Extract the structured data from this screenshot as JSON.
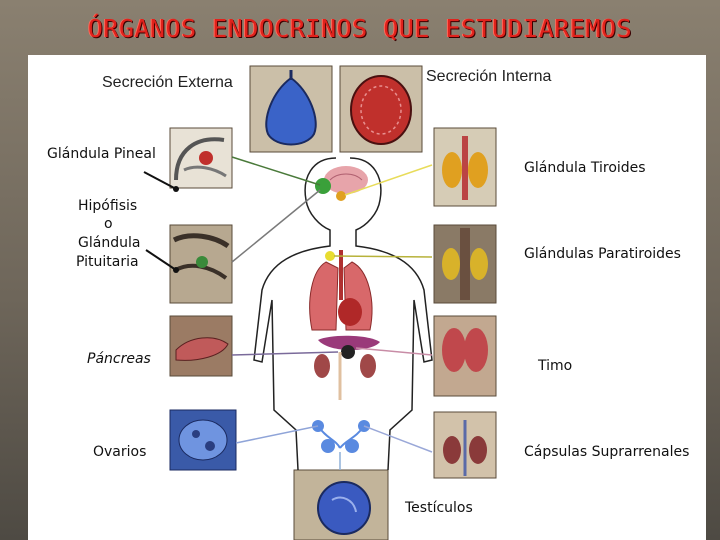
{
  "title": "ÓRGANOS ENDOCRINOS QUE ESTUDIAREMOS",
  "headers": {
    "external": "Secreción Externa",
    "internal": "Secreción Interna"
  },
  "labels": {
    "pineal": "Glándula Pineal",
    "hipofisis_1": "Hipófisis",
    "hipofisis_2": "o",
    "hipofisis_3": "Glándula",
    "hipofisis_4": "Pituitaria",
    "pancreas": "Páncreas",
    "ovarios": "Ovarios",
    "tiroides": "Glándula Tiroides",
    "paratiroides": "Glándulas Paratiroides",
    "timo": "Timo",
    "suprarrenales": "Cápsulas Suprarrenales",
    "testiculos": "Testículos"
  },
  "colors": {
    "title": "#e0221c",
    "arrow_tiroides": "#e8dc5a",
    "arrow_paratiroides": "#b7b23a",
    "arrow_timo": "#c88ca6",
    "arrow_suprarrenales": "#9aa8d8",
    "arrow_pineal": "#4a7a3a",
    "arrow_hipofisis": "#111111",
    "arrow_pancreas": "#7a6a9a",
    "arrow_ovarios": "#8fa4d8",
    "arrow_testiculos": "#8fb0d8"
  }
}
